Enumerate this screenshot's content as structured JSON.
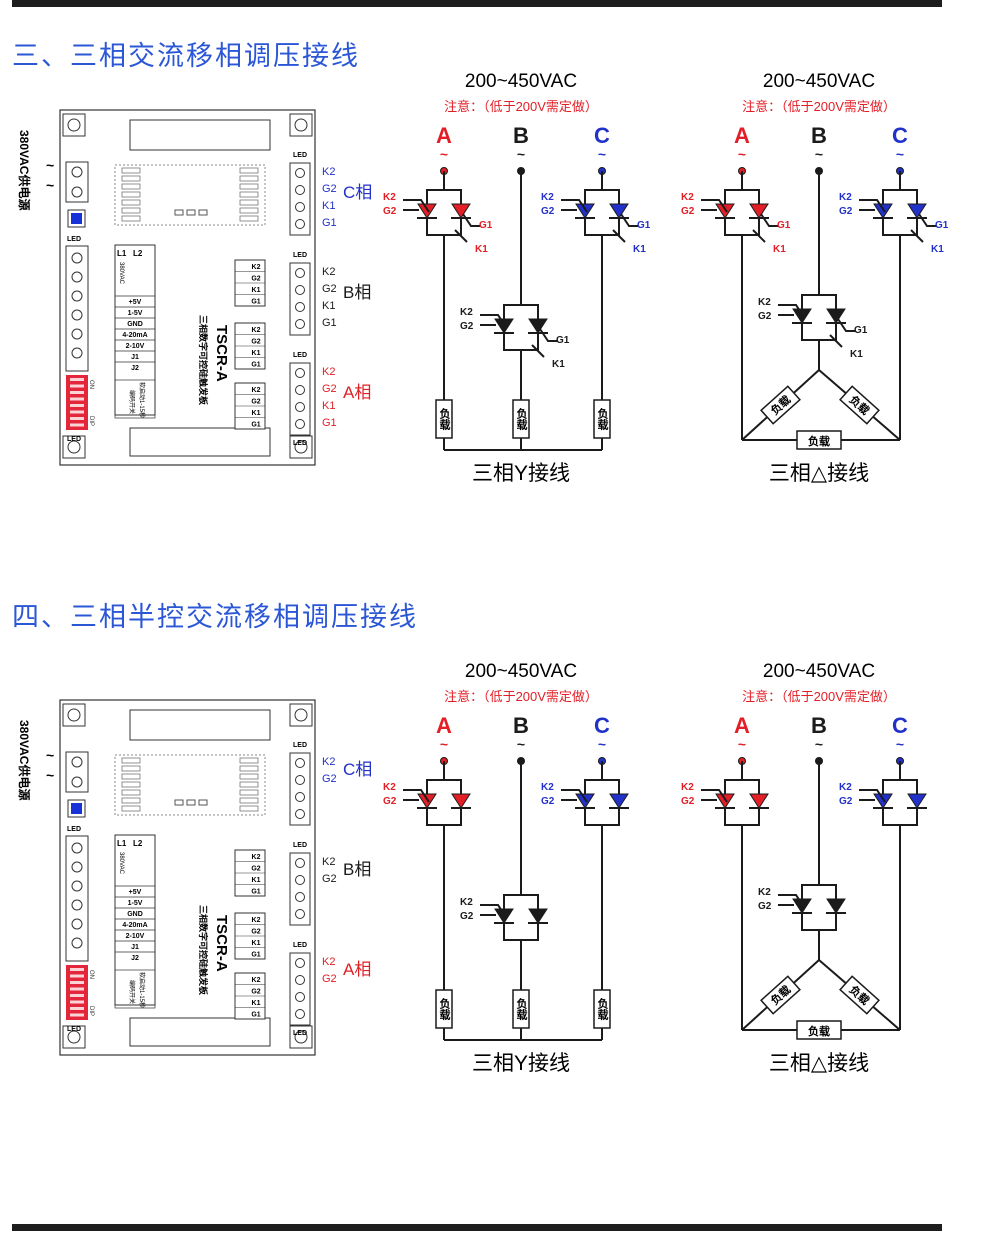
{
  "sections": [
    {
      "title": "三、三相交流移相调压接线",
      "phase_labels": {
        "c": "C相",
        "b": "B相",
        "a": "A相"
      },
      "pins": {
        "c": [
          "K2",
          "G2",
          "K1",
          "G1"
        ],
        "b": [
          "K2",
          "G2",
          "K1",
          "G1"
        ],
        "a": [
          "K2",
          "G2",
          "K1",
          "G1"
        ]
      },
      "wiring": [
        {
          "voltage": "200~450VAC",
          "note": "注意：（低于200V需定做）",
          "caption": "三相Y接线"
        },
        {
          "voltage": "200~450VAC",
          "note": "注意：（低于200V需定做）",
          "caption": "三相△接线"
        }
      ]
    },
    {
      "title": "四、三相半控交流移相调压接线",
      "phase_labels": {
        "c": "C相",
        "b": "B相",
        "a": "A相"
      },
      "pins": {
        "c": [
          "K2",
          "G2"
        ],
        "b": [
          "K2",
          "G2"
        ],
        "a": [
          "K2",
          "G2"
        ]
      },
      "wiring": [
        {
          "voltage": "200~450VAC",
          "note": "注意：（低于200V需定做）",
          "caption": "三相Y接线"
        },
        {
          "voltage": "200~450VAC",
          "note": "注意：（低于200V需定做）",
          "caption": "三相△接线"
        }
      ]
    }
  ],
  "board": {
    "power_label": "380VAC供电源",
    "led": "LED",
    "model": "TSCR-A",
    "board_name": "三相数字可控硅触发板",
    "dip_on": "ON",
    "dip_off": "DIP",
    "terms_top": [
      "L1",
      "L2"
    ],
    "ac_label": "380VAC",
    "input_terms": [
      "+5V",
      "1-5V",
      "GND",
      "4-20mA",
      "2-10V",
      "J1",
      "J2"
    ],
    "conn_pins": [
      "K2",
      "G2",
      "K1",
      "G1"
    ],
    "soft_start": "软启动1-15秒",
    "code_switch": "编码开关"
  },
  "circuit": {
    "phases": [
      "A",
      "B",
      "C"
    ],
    "tilde": "~",
    "k2": "K2",
    "g2": "G2",
    "k1": "K1",
    "g1": "G1",
    "load": "负载"
  },
  "colors": {
    "title": "#2b57d6",
    "red": "#e21e26",
    "blue": "#2231c9",
    "black": "#1b1b1b"
  }
}
